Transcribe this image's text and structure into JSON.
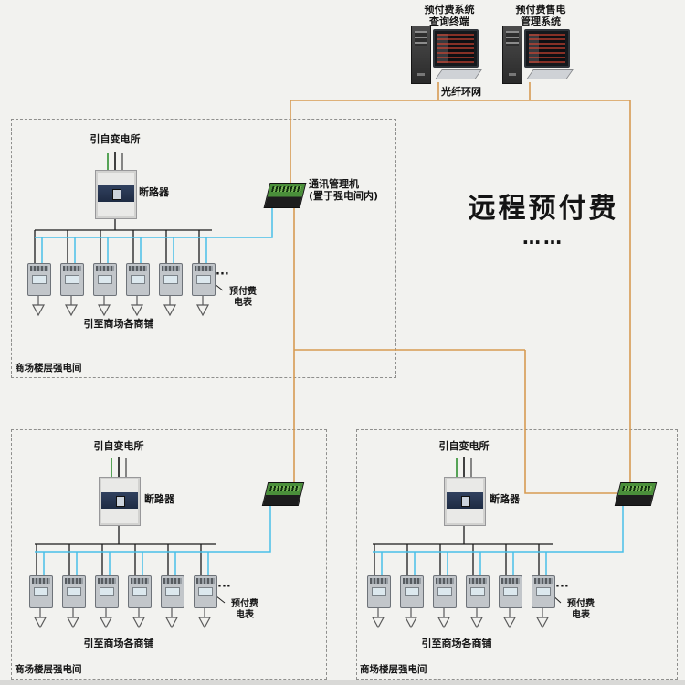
{
  "window": {
    "background": "#f2f2ef"
  },
  "header": {
    "terminal_query": {
      "line1": "预付费系统",
      "line2": "查询终端"
    },
    "terminal_vending": {
      "line1": "预付费售电",
      "line2": "管理系统"
    },
    "network_label": "光纤环网"
  },
  "title": {
    "main": "远程预付费",
    "more": "……"
  },
  "gateway": {
    "line1": "通讯管理机",
    "line2": "(置于强电间内)"
  },
  "colors": {
    "fiber_wire": "#d79b52",
    "signal_wire": "#49c0e8",
    "power_wire": "#1b1b1b",
    "feeder_green": "#2f8f2f",
    "device_panel_green": "#4a8f3a"
  },
  "rooms": [
    {
      "source_label": "引自变电所",
      "breaker_label": "断路器",
      "meters_more": "···",
      "meter_label_line1": "预付费",
      "meter_label_line2": "电表",
      "outgoing_label": "引至商场各商铺",
      "room_label": "商场楼层强电间"
    },
    {
      "source_label": "引自变电所",
      "breaker_label": "断路器",
      "meters_more": "···",
      "meter_label_line1": "预付费",
      "meter_label_line2": "电表",
      "outgoing_label": "引至商场各商铺",
      "room_label": "商场楼层强电间"
    },
    {
      "source_label": "引自变电所",
      "breaker_label": "断路器",
      "meters_more": "···",
      "meter_label_line1": "预付费",
      "meter_label_line2": "电表",
      "outgoing_label": "引至商场各商铺",
      "room_label": "商场楼层强电间"
    }
  ]
}
